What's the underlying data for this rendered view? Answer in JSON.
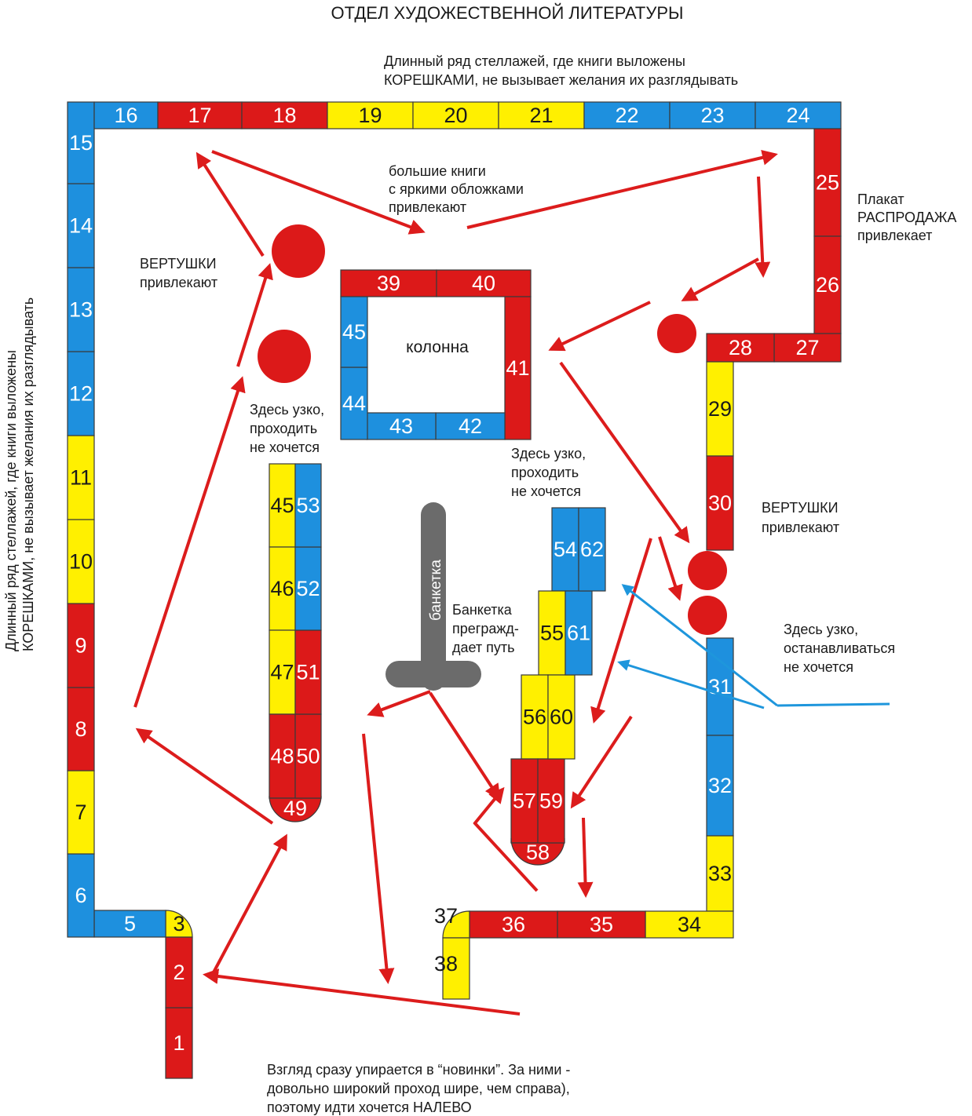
{
  "colors": {
    "blue": "#1e90de",
    "red": "#dc1919",
    "yellow": "#fff000",
    "gray": "#6b6b6b",
    "arrow_red": "#dc1c1c",
    "arrow_blue": "#1e96dc",
    "text_light": "#ffffff",
    "text_dark": "#1a1a1a"
  },
  "title": "ОТДЕЛ ХУДОЖЕСТВЕННОЙ ЛИТЕРАТУРЫ",
  "annotations": {
    "top_wall": [
      "Длинный ряд стеллажей, где книги выложены",
      "КОРЕШКАМИ, не вызывает желания их разглядывать"
    ],
    "left_wall": [
      "Длинный ряд стеллажей, где книги выложены",
      "КОРЕШКАМИ, не вызывает желания их разглядывать"
    ],
    "big_books": [
      "большие книги",
      "с яркими обложками",
      "привлекают"
    ],
    "poster": [
      "Плакат",
      "РАСПРОДАЖА",
      "привлекает"
    ],
    "carousels_left": [
      "ВЕРТУШКИ",
      "привлекают"
    ],
    "carousels_right": [
      "ВЕРТУШКИ",
      "привлекают"
    ],
    "column": "колонна",
    "narrow_left": [
      "Здесь узко,",
      "проходить",
      "не хочется"
    ],
    "narrow_center": [
      "Здесь узко,",
      "проходить",
      "не хочется"
    ],
    "narrow_right": [
      "Здесь узко,",
      "останавливаться",
      "не хочется"
    ],
    "bench": "банкетка",
    "bench_blocks": [
      "Банкетка",
      "прегражд-",
      "дает путь"
    ],
    "entrance": [
      "Взгляд сразу упирается в “новинки”. За ними -",
      "довольно широкий проход шире, чем справа),",
      "поэтому идти хочется НАЛЕВО"
    ]
  },
  "shelves": [
    {
      "n": "1",
      "c": "red"
    },
    {
      "n": "2",
      "c": "red"
    },
    {
      "n": "3",
      "c": "yellow"
    },
    {
      "n": "5",
      "c": "blue"
    },
    {
      "n": "6",
      "c": "blue"
    },
    {
      "n": "7",
      "c": "yellow"
    },
    {
      "n": "8",
      "c": "red"
    },
    {
      "n": "9",
      "c": "red"
    },
    {
      "n": "10",
      "c": "yellow"
    },
    {
      "n": "11",
      "c": "yellow"
    },
    {
      "n": "12",
      "c": "blue"
    },
    {
      "n": "13",
      "c": "blue"
    },
    {
      "n": "14",
      "c": "blue"
    },
    {
      "n": "15",
      "c": "blue"
    },
    {
      "n": "16",
      "c": "blue"
    },
    {
      "n": "17",
      "c": "red"
    },
    {
      "n": "18",
      "c": "red"
    },
    {
      "n": "19",
      "c": "yellow"
    },
    {
      "n": "20",
      "c": "yellow"
    },
    {
      "n": "21",
      "c": "yellow"
    },
    {
      "n": "22",
      "c": "blue"
    },
    {
      "n": "23",
      "c": "blue"
    },
    {
      "n": "24",
      "c": "blue"
    },
    {
      "n": "25",
      "c": "red"
    },
    {
      "n": "26",
      "c": "red"
    },
    {
      "n": "27",
      "c": "red"
    },
    {
      "n": "28",
      "c": "red"
    },
    {
      "n": "29",
      "c": "yellow"
    },
    {
      "n": "30",
      "c": "red"
    },
    {
      "n": "31",
      "c": "blue"
    },
    {
      "n": "32",
      "c": "blue"
    },
    {
      "n": "33",
      "c": "yellow"
    },
    {
      "n": "34",
      "c": "yellow"
    },
    {
      "n": "35",
      "c": "red"
    },
    {
      "n": "36",
      "c": "red"
    },
    {
      "n": "37",
      "c": "yellow"
    },
    {
      "n": "38",
      "c": "yellow"
    },
    {
      "n": "39",
      "c": "red"
    },
    {
      "n": "40",
      "c": "red"
    },
    {
      "n": "41",
      "c": "red"
    },
    {
      "n": "42",
      "c": "blue"
    },
    {
      "n": "43",
      "c": "blue"
    },
    {
      "n": "44",
      "c": "blue"
    },
    {
      "n": "45",
      "c": "blue"
    },
    {
      "n": "45",
      "c": "yellow"
    },
    {
      "n": "46",
      "c": "yellow"
    },
    {
      "n": "47",
      "c": "yellow"
    },
    {
      "n": "48",
      "c": "red"
    },
    {
      "n": "49",
      "c": "red"
    },
    {
      "n": "50",
      "c": "red"
    },
    {
      "n": "51",
      "c": "red"
    },
    {
      "n": "52",
      "c": "blue"
    },
    {
      "n": "53",
      "c": "blue"
    },
    {
      "n": "54",
      "c": "blue"
    },
    {
      "n": "55",
      "c": "yellow"
    },
    {
      "n": "56",
      "c": "yellow"
    },
    {
      "n": "57",
      "c": "red"
    },
    {
      "n": "58",
      "c": "red"
    },
    {
      "n": "59",
      "c": "red"
    },
    {
      "n": "60",
      "c": "yellow"
    },
    {
      "n": "61",
      "c": "blue"
    },
    {
      "n": "62",
      "c": "blue"
    }
  ]
}
